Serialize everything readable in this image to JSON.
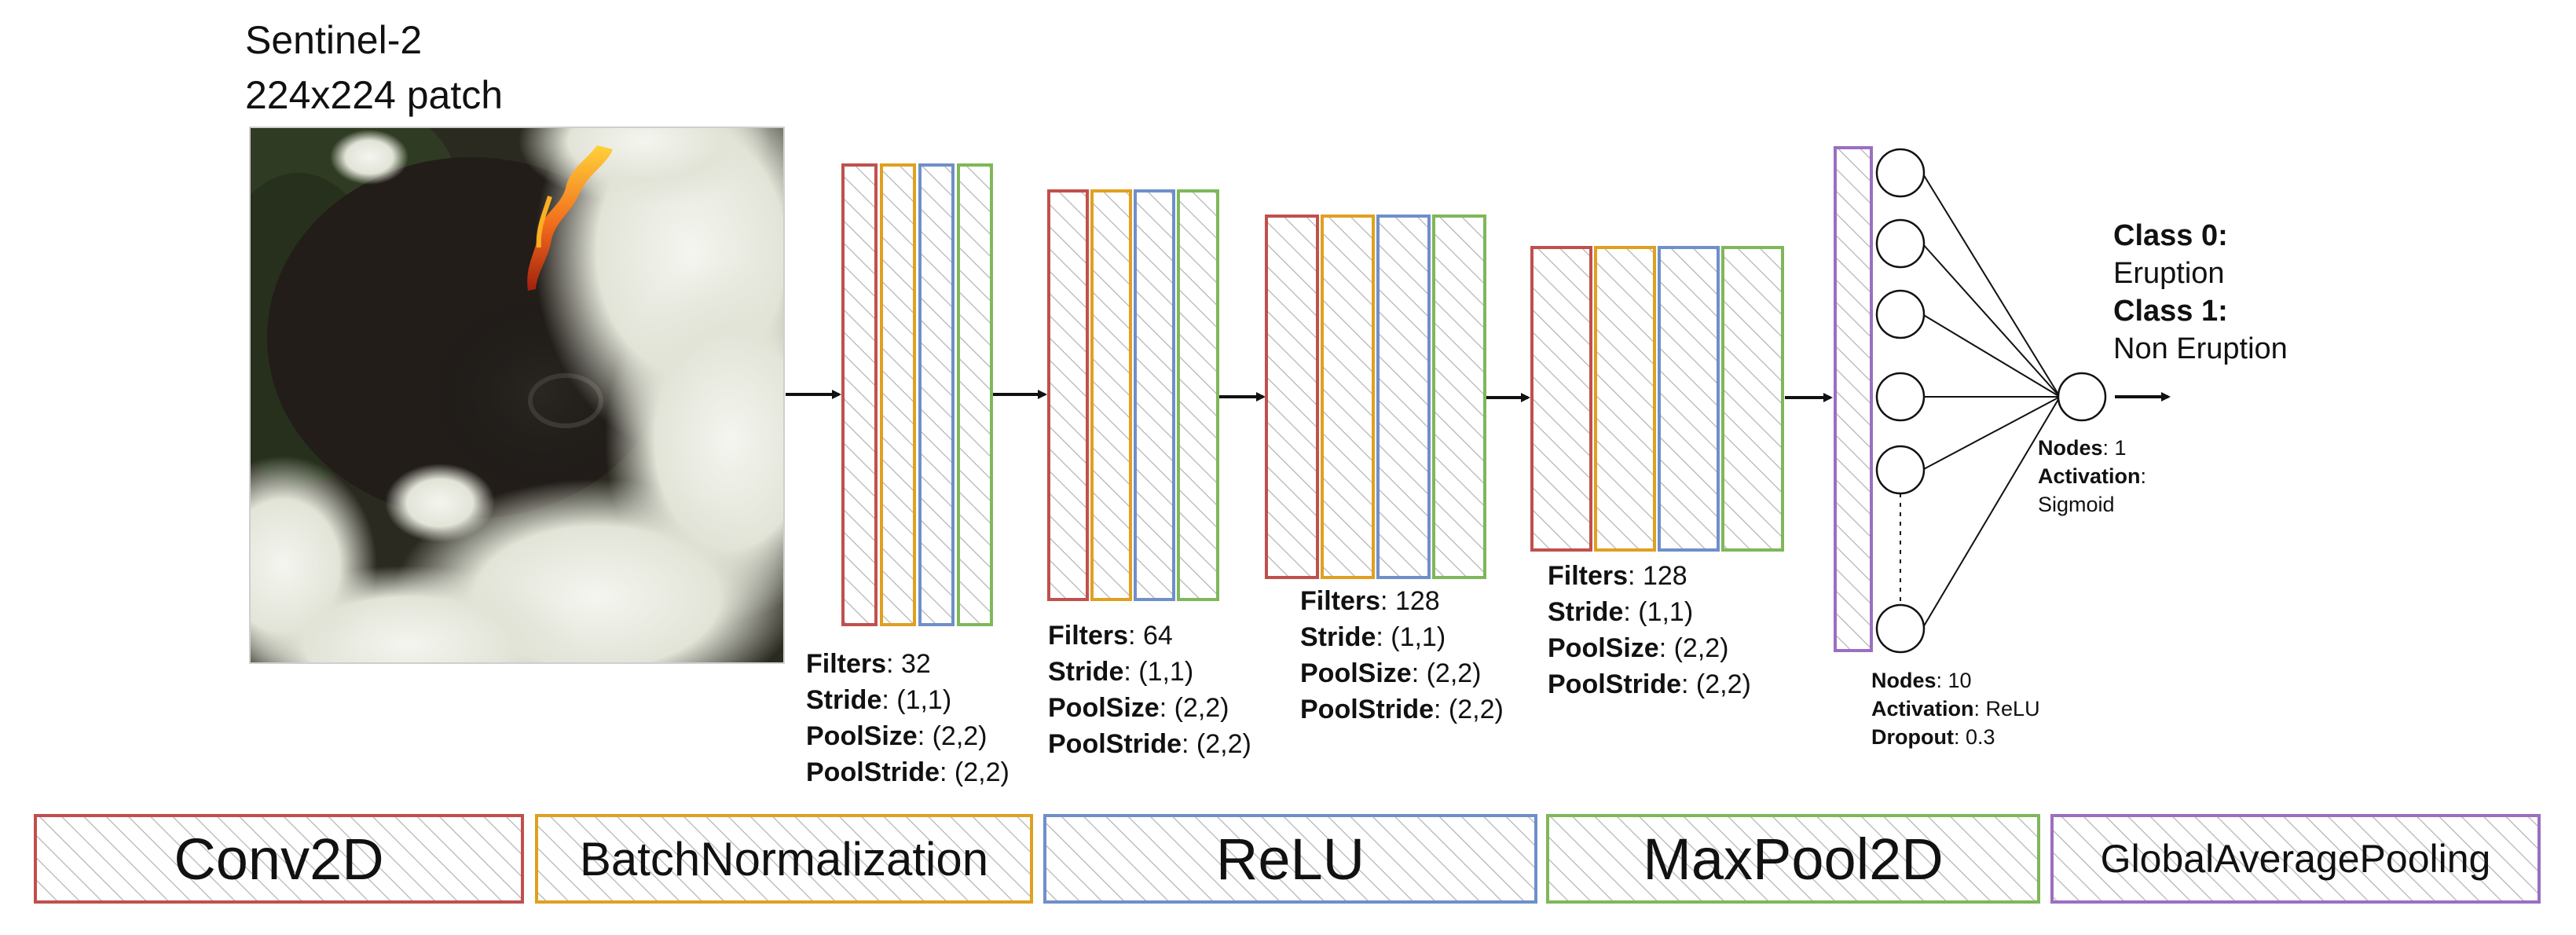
{
  "title": {
    "line1": "Sentinel-2",
    "line2": "224x224 patch"
  },
  "colors": {
    "conv": "#c0504d",
    "batchnorm": "#e0a020",
    "relu": "#6f8fc8",
    "maxpool": "#7fb75a",
    "gap": "#9b6fc0",
    "hatch": "#b0b0b0"
  },
  "blocks": [
    {
      "filters_label": "Filters",
      "filters": ": 32",
      "stride_label": "Stride",
      "stride": ": (1,1)",
      "poolsize_label": "PoolSize",
      "poolsize": ": (2,2)",
      "poolstride_label": "PoolStride",
      "poolstride": ": (2,2)"
    },
    {
      "filters_label": "Filters",
      "filters": ": 64",
      "stride_label": "Stride",
      "stride": ": (1,1)",
      "poolsize_label": "PoolSize",
      "poolsize": ": (2,2)",
      "poolstride_label": "PoolStride",
      "poolstride": ": (2,2)"
    },
    {
      "filters_label": "Filters",
      "filters": ": 128",
      "stride_label": "Stride",
      "stride": ": (1,1)",
      "poolsize_label": "PoolSize",
      "poolsize": ": (2,2)",
      "poolstride_label": "PoolStride",
      "poolstride": ": (2,2)"
    },
    {
      "filters_label": "Filters",
      "filters": ": 128",
      "stride_label": "Stride",
      "stride": ": (1,1)",
      "poolsize_label": "PoolSize",
      "poolsize": ": (2,2)",
      "poolstride_label": "PoolStride",
      "poolstride": ": (2,2)"
    }
  ],
  "dense": {
    "nodes_label": "Nodes",
    "nodes": ": 10",
    "activation_label": "Activation",
    "activation": ": ReLU",
    "dropout_label": "Dropout",
    "dropout": ": 0.3"
  },
  "output": {
    "nodes_label": "Nodes",
    "nodes": ": 1",
    "activation_label": "Activation",
    "activation_colon": ":",
    "activation_value": "Sigmoid"
  },
  "classes": {
    "class0_label": "Class 0:",
    "class0_value": "Eruption",
    "class1_label": "Class 1:",
    "class1_value": "Non Eruption"
  },
  "legend": [
    {
      "label": "Conv2D"
    },
    {
      "label": "BatchNormalization"
    },
    {
      "label": "ReLU"
    },
    {
      "label": "MaxPool2D"
    },
    {
      "label": "GlobalAveragePooling"
    }
  ]
}
